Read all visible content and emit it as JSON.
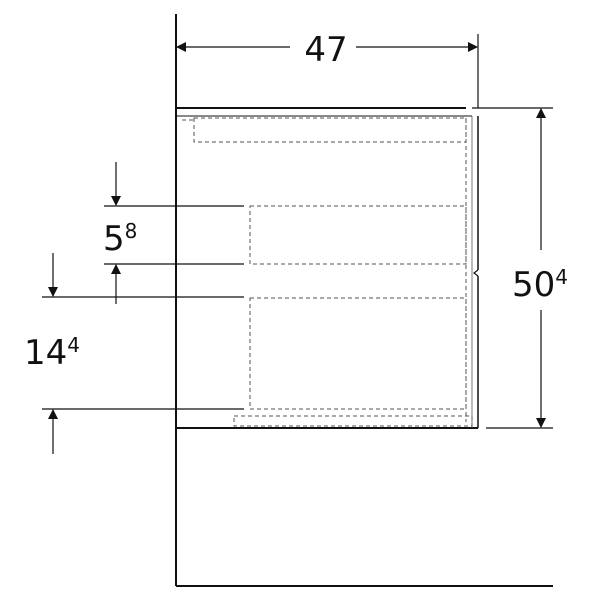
{
  "dimensions": {
    "width": {
      "main": "47"
    },
    "height": {
      "main": "50",
      "sup": "4"
    },
    "drawer_gap": {
      "main": "5",
      "sup": "8"
    },
    "lower_offset": {
      "main": "14",
      "sup": "4"
    }
  },
  "colors": {
    "line": "#111111",
    "dashed": "#555555",
    "background": "#ffffff"
  }
}
